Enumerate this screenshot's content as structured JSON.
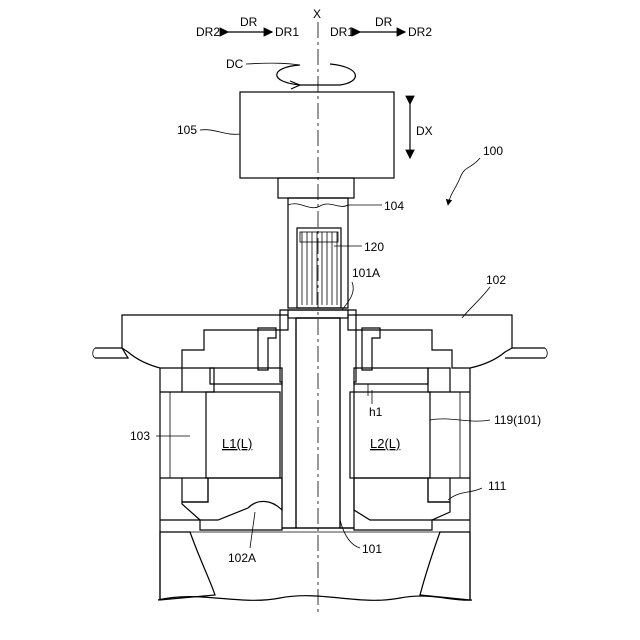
{
  "labels": {
    "axis": "X",
    "dr_left": "DR",
    "dr2_left": "DR2",
    "dr1_left": "DR1",
    "dr_right": "DR",
    "dr1_right": "DR1",
    "dr2_right": "DR2",
    "dc": "DC",
    "dx": "DX",
    "n105": "105",
    "n100": "100",
    "n104": "104",
    "n120": "120",
    "n101a": "101A",
    "n102": "102",
    "n103": "103",
    "h1": "h1",
    "n119": "119(101)",
    "l1": "L1(L)",
    "l2": "L2(L)",
    "n111": "111",
    "n102a": "102A",
    "n101": "101"
  }
}
